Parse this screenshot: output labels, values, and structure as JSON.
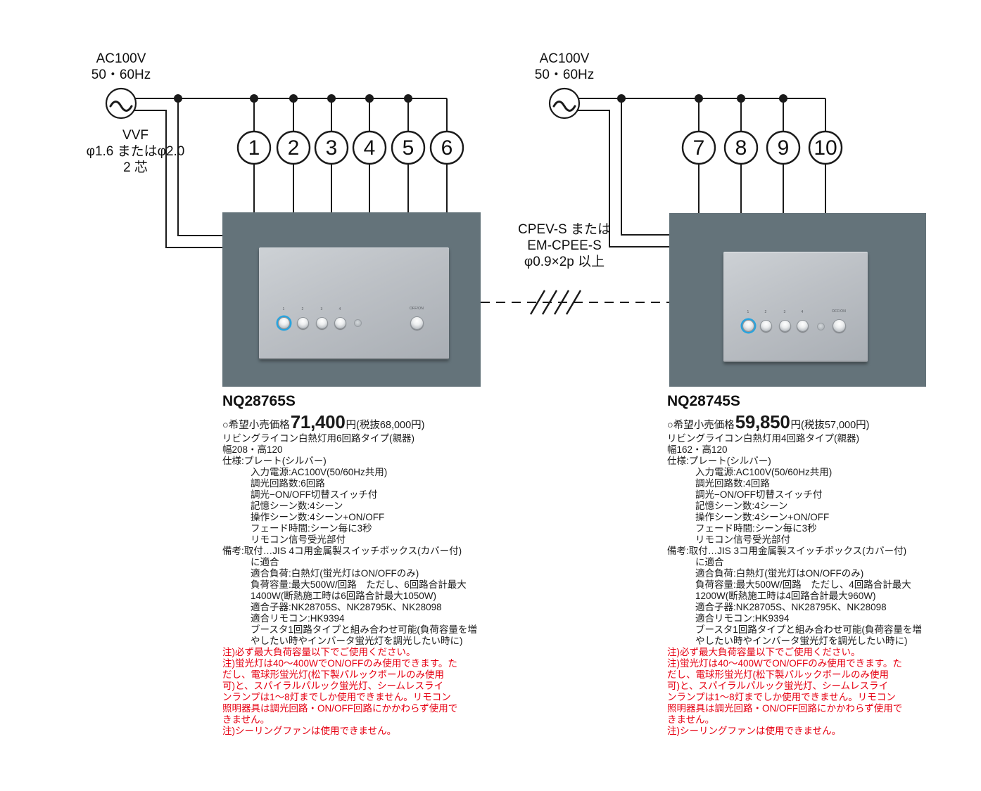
{
  "diagram": {
    "left": {
      "power_label": [
        "AC100V",
        "50・60Hz"
      ],
      "cable_label": [
        "VVF",
        "φ1.6 またはφ2.0",
        "2 芯"
      ],
      "circuit_numbers": [
        "1",
        "2",
        "3",
        "4",
        "5",
        "6"
      ]
    },
    "right": {
      "power_label": [
        "AC100V",
        "50・60Hz"
      ],
      "cable_label": [
        "CPEV-S または",
        "EM-CPEE-S",
        "φ0.9×2p 以上"
      ],
      "circuit_numbers": [
        "7",
        "8",
        "9",
        "10"
      ]
    },
    "panel": {
      "button_labels": [
        "1",
        "2",
        "3",
        "4"
      ],
      "offon_label": "OFF/ON"
    },
    "colors": {
      "wire": "#1a1a1a",
      "mount_box": "#64737a",
      "plate_silver": "#bcc0c5",
      "active_button_ring": "#29a3dd",
      "note_red": "#e60012"
    }
  },
  "products": {
    "left": {
      "model": "NQ28765S",
      "price_prefix": "○希望小売価格",
      "price": "71,400",
      "price_suffix": "円(税抜68,000円)",
      "lines": [
        {
          "t": "リビングライコン白熱灯用6回路タイプ(親器)"
        },
        {
          "t": "幅208・高120"
        },
        {
          "t": "仕様:プレート(シルバー)"
        },
        {
          "t": "入力電源:AC100V(50/60Hz共用)",
          "cls": "ind"
        },
        {
          "t": "調光回路数:6回路",
          "cls": "ind"
        },
        {
          "t": "調光−ON/OFF切替スイッチ付",
          "cls": "ind"
        },
        {
          "t": "記憶シーン数:4シーン",
          "cls": "ind"
        },
        {
          "t": "操作シーン数:4シーン+ON/OFF",
          "cls": "ind"
        },
        {
          "t": "フェード時間:シーン毎に3秒",
          "cls": "ind"
        },
        {
          "t": "リモコン信号受光部付",
          "cls": "ind"
        },
        {
          "t": "備考:取付…JIS 4コ用金属製スイッチボックス(カバー付)"
        },
        {
          "t": "に適合",
          "cls": "ind"
        },
        {
          "t": "適合負荷:白熱灯(蛍光灯はON/OFFのみ)",
          "cls": "ind"
        },
        {
          "t": "負荷容量:最大500W/回路　ただし、6回路合計最大",
          "cls": "ind"
        },
        {
          "t": "1400W(断熱施工時は6回路合計最大1050W)",
          "cls": "ind"
        },
        {
          "t": "適合子器:NK28705S、NK28795K、NK28098",
          "cls": "ind"
        },
        {
          "t": "適合リモコン:HK9394",
          "cls": "ind"
        },
        {
          "t": "ブースタ1回路タイプと組み合わせ可能(負荷容量を増",
          "cls": "ind"
        },
        {
          "t": "やしたい時やインバータ蛍光灯を調光したい時に)",
          "cls": "ind"
        },
        {
          "t": "注)必ず最大負荷容量以下でご使用ください。",
          "cls": "red"
        },
        {
          "t": "注)蛍光灯は40〜400WでON/OFFのみ使用できます。た",
          "cls": "red"
        },
        {
          "t": "だし、電球形蛍光灯(松下製パルックボールのみ使用",
          "cls": "red"
        },
        {
          "t": "可)と、スパイラルパルック蛍光灯、シームレスライ",
          "cls": "red"
        },
        {
          "t": "ンランプは1〜8灯までしか使用できません。リモコン",
          "cls": "red"
        },
        {
          "t": "照明器具は調光回路・ON/OFF回路にかかわらず使用で",
          "cls": "red"
        },
        {
          "t": "きません。",
          "cls": "red"
        },
        {
          "t": "注)シーリングファンは使用できません。",
          "cls": "red"
        }
      ]
    },
    "right": {
      "model": "NQ28745S",
      "price_prefix": "○希望小売価格",
      "price": "59,850",
      "price_suffix": "円(税抜57,000円)",
      "lines": [
        {
          "t": "リビングライコン白熱灯用4回路タイプ(親器)"
        },
        {
          "t": "幅162・高120"
        },
        {
          "t": "仕様:プレート(シルバー)"
        },
        {
          "t": "入力電源:AC100V(50/60Hz共用)",
          "cls": "ind"
        },
        {
          "t": "調光回路数:4回路",
          "cls": "ind"
        },
        {
          "t": "調光−ON/OFF切替スイッチ付",
          "cls": "ind"
        },
        {
          "t": "記憶シーン数:4シーン",
          "cls": "ind"
        },
        {
          "t": "操作シーン数:4シーン+ON/OFF",
          "cls": "ind"
        },
        {
          "t": "フェード時間:シーン毎に3秒",
          "cls": "ind"
        },
        {
          "t": "リモコン信号受光部付",
          "cls": "ind"
        },
        {
          "t": "備考:取付…JIS 3コ用金属製スイッチボックス(カバー付)"
        },
        {
          "t": "に適合",
          "cls": "ind"
        },
        {
          "t": "適合負荷:白熱灯(蛍光灯はON/OFFのみ)",
          "cls": "ind"
        },
        {
          "t": "負荷容量:最大500W/回路　ただし、4回路合計最大",
          "cls": "ind"
        },
        {
          "t": "1200W(断熱施工時は4回路合計最大960W)",
          "cls": "ind"
        },
        {
          "t": "適合子器:NK28705S、NK28795K、NK28098",
          "cls": "ind"
        },
        {
          "t": "適合リモコン:HK9394",
          "cls": "ind"
        },
        {
          "t": "ブースタ1回路タイプと組み合わせ可能(負荷容量を増",
          "cls": "ind"
        },
        {
          "t": "やしたい時やインバータ蛍光灯を調光したい時に)",
          "cls": "ind"
        },
        {
          "t": "注)必ず最大負荷容量以下でご使用ください。",
          "cls": "red"
        },
        {
          "t": "注)蛍光灯は40〜400WでON/OFFのみ使用できます。た",
          "cls": "red"
        },
        {
          "t": "だし、電球形蛍光灯(松下製パルックボールのみ使用",
          "cls": "red"
        },
        {
          "t": "可)と、スパイラルパルック蛍光灯、シームレスライ",
          "cls": "red"
        },
        {
          "t": "ンランプは1〜8灯までしか使用できません。リモコン",
          "cls": "red"
        },
        {
          "t": "照明器具は調光回路・ON/OFF回路にかかわらず使用で",
          "cls": "red"
        },
        {
          "t": "きません。",
          "cls": "red"
        },
        {
          "t": "注)シーリングファンは使用できません。",
          "cls": "red"
        }
      ]
    }
  }
}
